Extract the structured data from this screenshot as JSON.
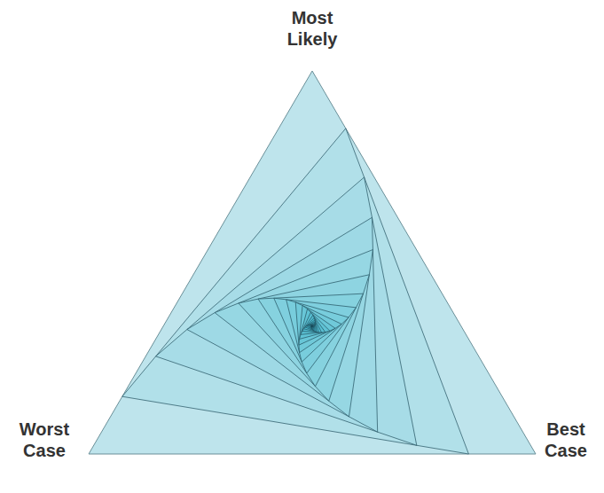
{
  "diagram": {
    "labels": [
      "Most Likely",
      "Worst Case",
      "Best Case"
    ]
  }
}
